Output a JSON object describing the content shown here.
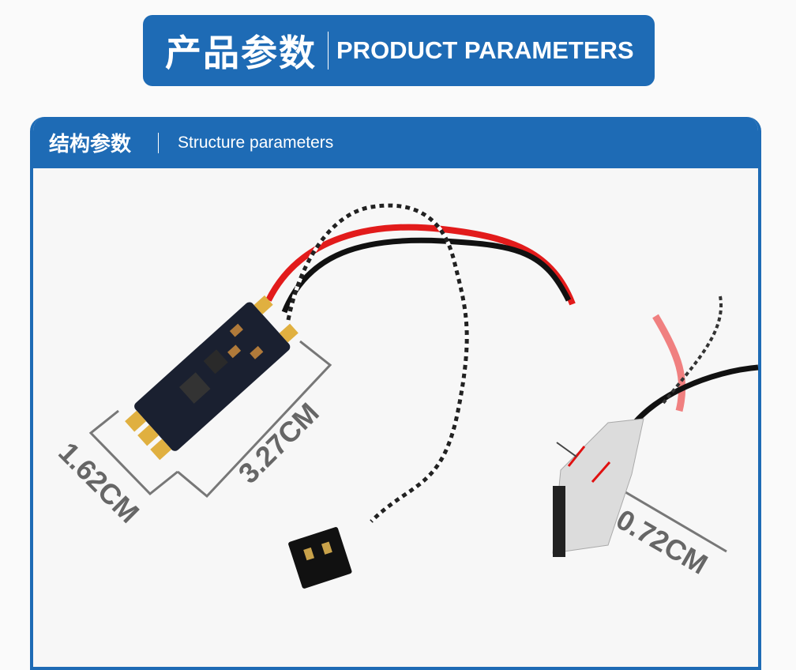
{
  "title": {
    "cn": "产品参数",
    "en": "PRODUCT PARAMETERS"
  },
  "section": {
    "cn": "结构参数",
    "en": "Structure parameters"
  },
  "dimensions": {
    "width": "1.62CM",
    "length": "3.27CM",
    "thickness": "0.72CM"
  },
  "colors": {
    "brand": "#1e6bb5",
    "dimension_text": "#666666",
    "marker": "#e01010"
  }
}
